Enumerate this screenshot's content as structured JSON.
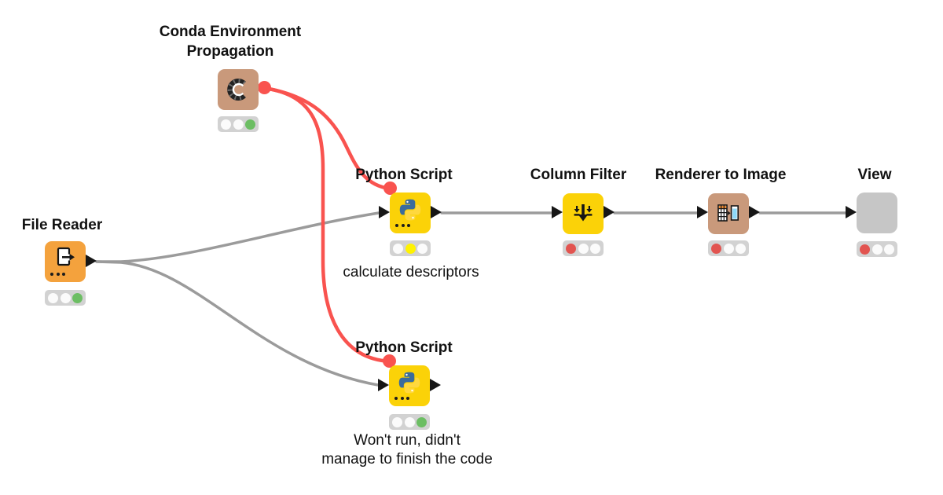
{
  "workflow": {
    "nodes": [
      {
        "id": "conda-environment-propagation",
        "title": "Conda Environment\nPropagation",
        "lights": [
          "off",
          "off",
          "green"
        ]
      },
      {
        "id": "file-reader",
        "title": "File Reader",
        "lights": [
          "off",
          "off",
          "green"
        ]
      },
      {
        "id": "python-script-top",
        "title": "Python Script",
        "caption": "calculate descriptors",
        "lights": [
          "off",
          "yellow",
          "off"
        ]
      },
      {
        "id": "column-filter",
        "title": "Column Filter",
        "lights": [
          "red",
          "off",
          "off"
        ]
      },
      {
        "id": "renderer-to-image",
        "title": "Renderer to Image",
        "lights": [
          "red",
          "off",
          "off"
        ]
      },
      {
        "id": "view",
        "title": "View",
        "lights": [
          "red",
          "off",
          "off"
        ]
      },
      {
        "id": "python-script-bottom",
        "title": "Python Script",
        "caption": "Won't run, didn't\nmanage to finish the code",
        "lights": [
          "off",
          "off",
          "green"
        ]
      }
    ],
    "connections": [
      {
        "from": "conda-environment-propagation",
        "to": "python-script-top",
        "kind": "flow-variable",
        "color": "red"
      },
      {
        "from": "conda-environment-propagation",
        "to": "python-script-bottom",
        "kind": "flow-variable",
        "color": "red"
      },
      {
        "from": "file-reader",
        "to": "python-script-top",
        "kind": "data",
        "color": "gray"
      },
      {
        "from": "file-reader",
        "to": "python-script-bottom",
        "kind": "data",
        "color": "gray"
      },
      {
        "from": "python-script-top",
        "to": "column-filter",
        "kind": "data",
        "color": "gray"
      },
      {
        "from": "column-filter",
        "to": "renderer-to-image",
        "kind": "data",
        "color": "gray"
      },
      {
        "from": "renderer-to-image",
        "to": "view",
        "kind": "data",
        "color": "gray"
      }
    ]
  },
  "colors": {
    "canvas-bg": "#ffffff",
    "node-yellow": "#fbd208",
    "node-orange": "#f4a23d",
    "node-tan": "#c9997b",
    "node-gray": "#c6c6c6",
    "port-black": "#161616",
    "line-gray": "#9b9b9b",
    "flow-red": "#f9534f",
    "light-bg": "#d2d2d2",
    "light-off": "#fbfbfb",
    "light-green": "#6cbe63",
    "light-yellow": "#fff200",
    "light-red": "#e25450",
    "text": "#111111"
  }
}
